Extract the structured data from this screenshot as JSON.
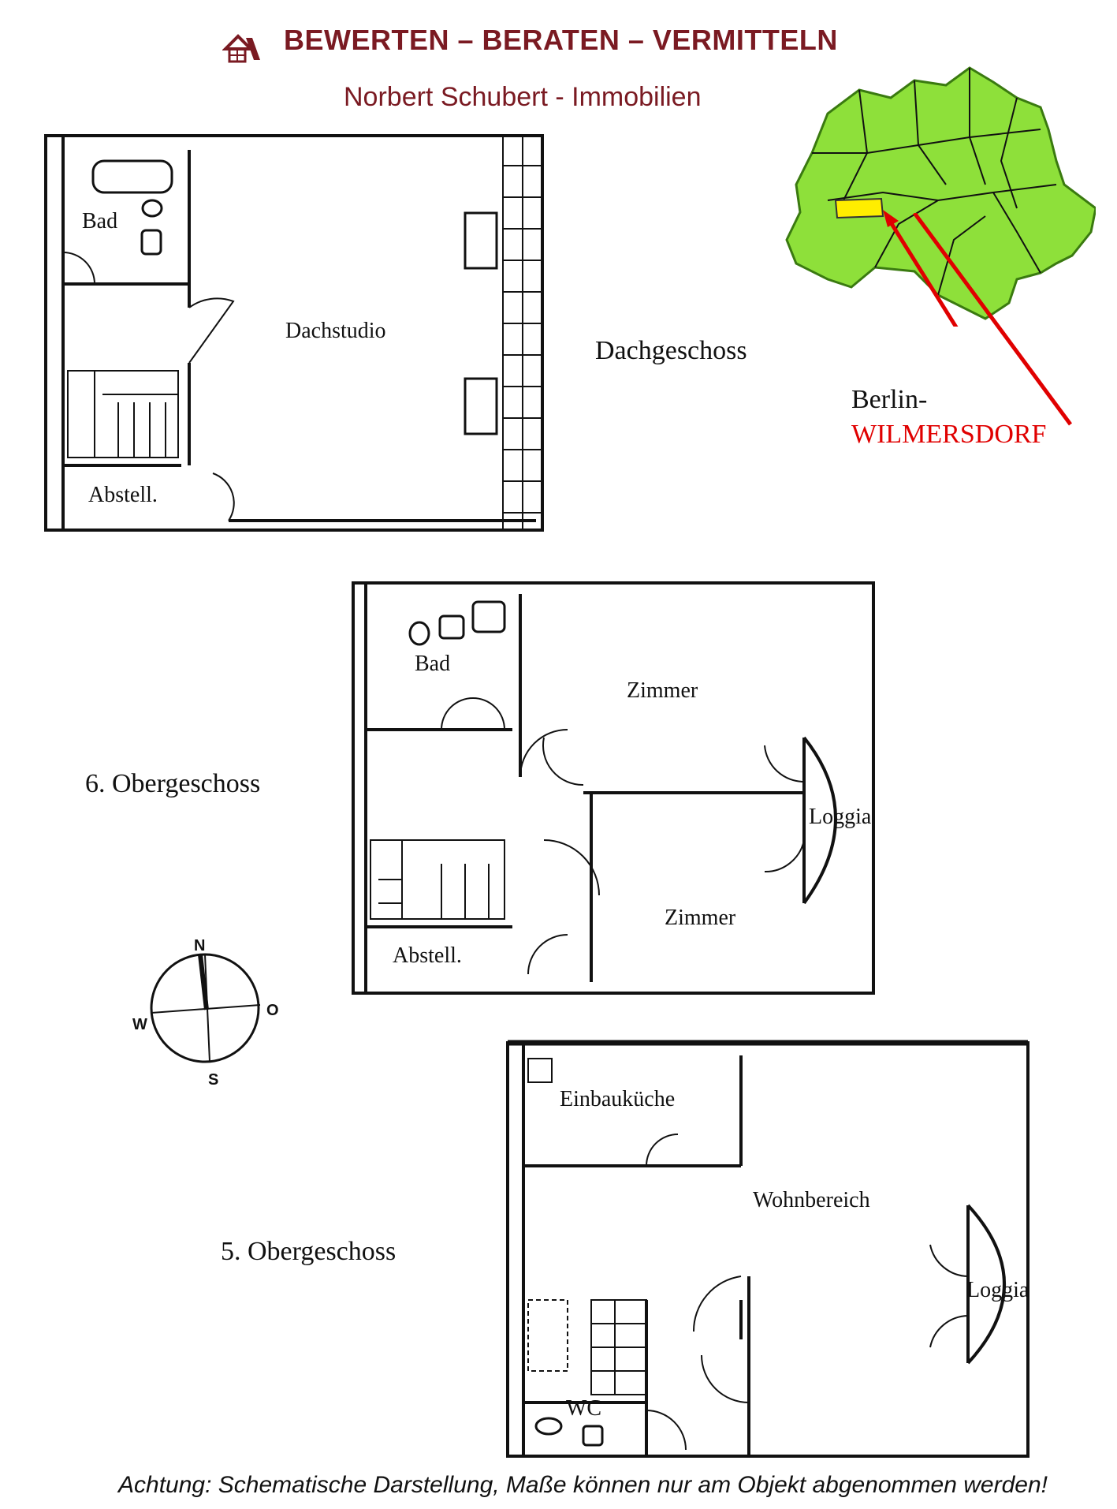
{
  "header": {
    "tagline": "BEWERTEN – BERATEN – VERMITTELN",
    "company": "Norbert Schubert - Immobilien",
    "brand_color": "#7a1a22"
  },
  "map": {
    "city_label": "Berlin-",
    "district_label": "WILMERSDORF",
    "district_color": "#ff0000",
    "area_fill": "#8ee03a",
    "highlight_fill": "#ffee00"
  },
  "floors": {
    "dachgeschoss": {
      "title": "Dachgeschoss",
      "rooms": [
        "Bad",
        "Dachstudio",
        "Abstell."
      ]
    },
    "og6": {
      "title": "6. Obergeschoss",
      "rooms": [
        "Bad",
        "Zimmer",
        "Loggia",
        "Zimmer",
        "Abstell."
      ]
    },
    "og5": {
      "title": "5. Obergeschoss",
      "rooms": [
        "Einbauküche",
        "Wohnbereich",
        "Loggia",
        "WC"
      ]
    }
  },
  "compass": {
    "n": "N",
    "o": "O",
    "s": "S",
    "w": "W"
  },
  "footer": "Achtung: Schematische Darstellung, Maße können nur am Objekt abgenommen  werden!"
}
